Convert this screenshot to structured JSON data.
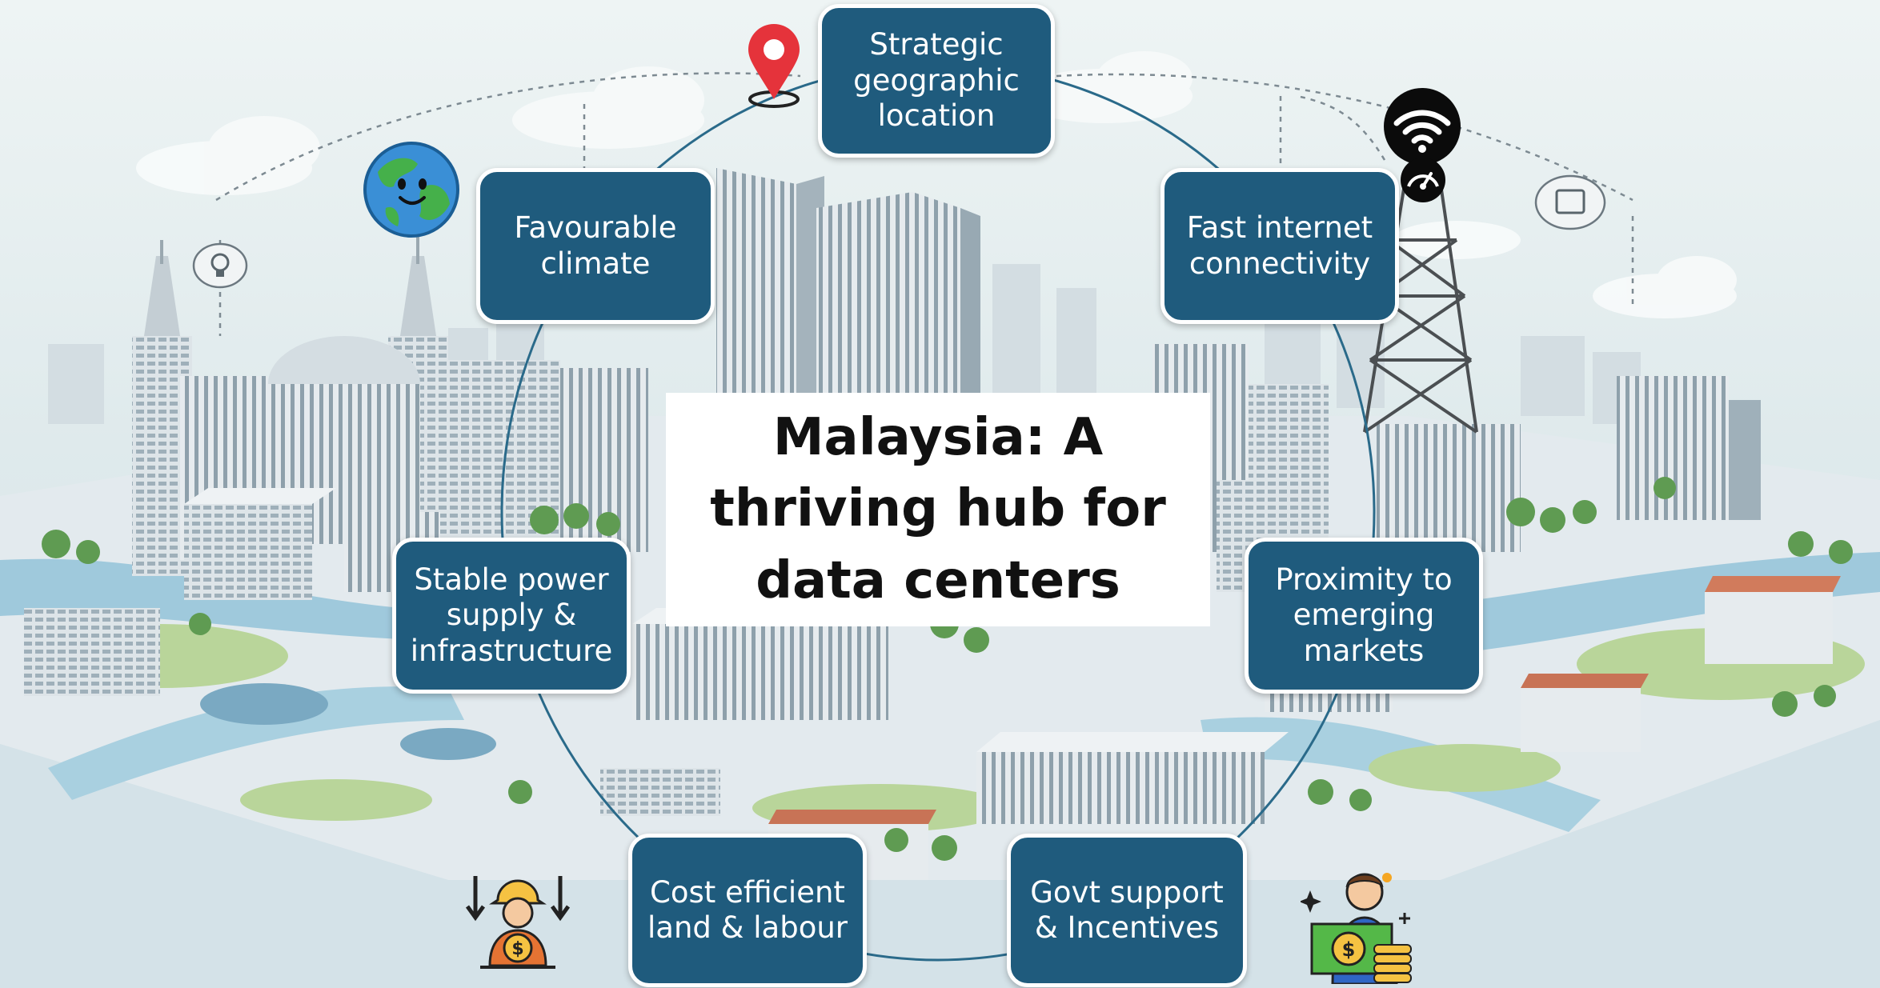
{
  "title": "Malaysia: A\nthriving hub for\ndata centers",
  "factors": [
    {
      "id": "strategic-location",
      "label": "Strategic\ngeographic\nlocation"
    },
    {
      "id": "fast-internet",
      "label": "Fast internet\nconnectivity"
    },
    {
      "id": "emerging-markets",
      "label": "Proximity to\nemerging\nmarkets"
    },
    {
      "id": "govt-support",
      "label": "Govt support\n& Incentives"
    },
    {
      "id": "cost-efficient",
      "label": "Cost efficient\nland & labour"
    },
    {
      "id": "stable-power",
      "label": "Stable power\nsupply &\ninfrastructure"
    },
    {
      "id": "favourable-climate",
      "label": "Favourable\nclimate"
    }
  ],
  "icons": [
    "map-pin-icon",
    "wifi-icon",
    "speedometer-icon",
    "globe-face-icon",
    "worker-coin-icon",
    "businessman-money-icon",
    "tablet-icon",
    "lightbulb-icon"
  ],
  "colors": {
    "node_fill": "#1f5b7d",
    "node_border": "#ffffff",
    "ring": "#2a6a8a",
    "center_bg": "#ffffff",
    "title_text": "#111111"
  }
}
